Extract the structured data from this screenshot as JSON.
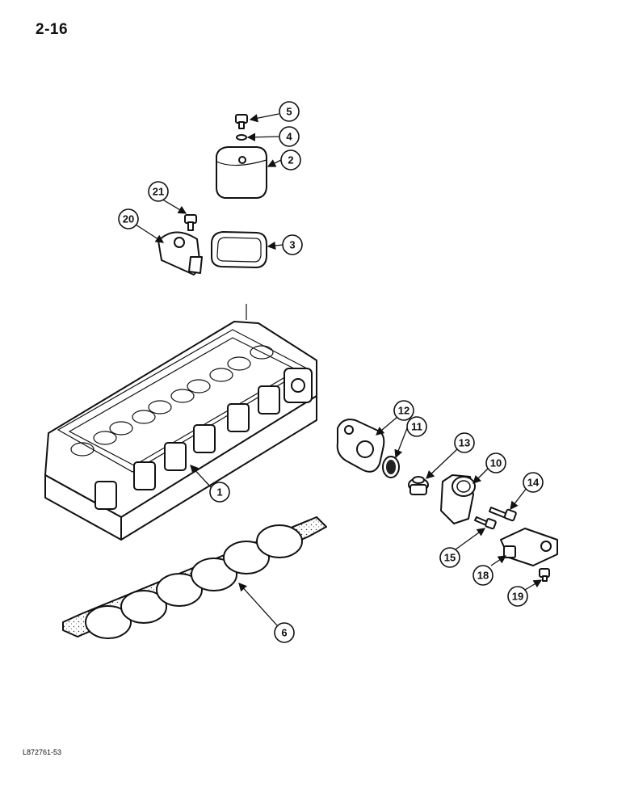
{
  "page": {
    "number": "2-16",
    "reference_code": "L872761-53"
  },
  "callouts": [
    "1",
    "2",
    "3",
    "4",
    "5",
    "6",
    "10",
    "11",
    "12",
    "13",
    "14",
    "15",
    "18",
    "19",
    "20",
    "21"
  ],
  "colors": {
    "ink": "#111111",
    "paper": "#ffffff"
  }
}
